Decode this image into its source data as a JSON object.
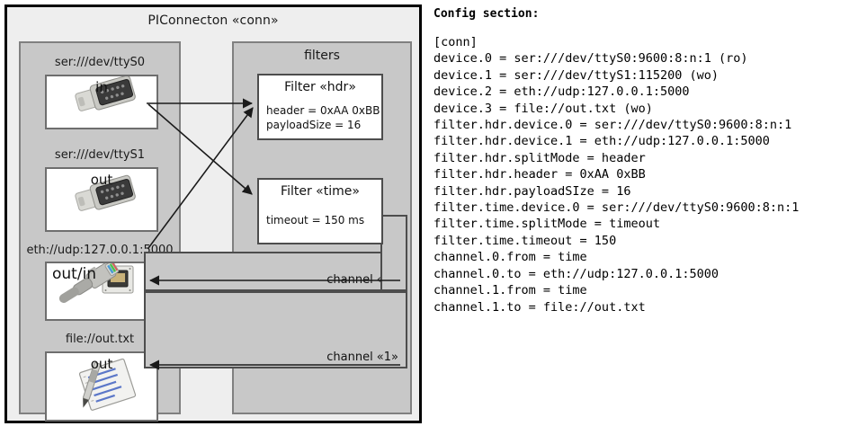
{
  "diagram": {
    "title": "PIConnecton «conn»",
    "devices_panel": {
      "title": "",
      "devices": [
        {
          "caption": "ser:///dev/ttyS0",
          "direction": "in",
          "icon": "serial-db9-icon"
        },
        {
          "caption": "ser:///dev/ttyS1",
          "direction": "out",
          "icon": "serial-db9-icon"
        },
        {
          "caption": "eth://udp:127.0.0.1:5000",
          "direction": "out/in",
          "icon": "ethernet-rj45-icon"
        },
        {
          "caption": "file://out.txt",
          "direction": "out",
          "icon": "text-file-pen-icon"
        }
      ]
    },
    "filters_panel": {
      "title": "filters",
      "filters": [
        {
          "title": "Filter «hdr»",
          "props": [
            "header = 0xAA 0xBB",
            "payloadSize = 16"
          ]
        },
        {
          "title": "Filter «time»",
          "props": [
            "timeout = 150 ms"
          ]
        }
      ],
      "channels": [
        {
          "label": "channel «0»"
        },
        {
          "label": "channel «1»"
        }
      ]
    },
    "colors": {
      "outer_fill": "#eeeeee",
      "panel_fill": "#c8c8c8",
      "box_fill": "#ffffff",
      "outline": "#000000",
      "arrow": "#1a1a1a"
    }
  },
  "config": {
    "heading": "Config section:",
    "lines": [
      "[conn]",
      "device.0 = ser:///dev/ttyS0:9600:8:n:1 (ro)",
      "device.1 = ser:///dev/ttyS1:115200 (wo)",
      "device.2 = eth://udp:127.0.0.1:5000",
      "device.3 = file://out.txt (wo)",
      "filter.hdr.device.0 = ser:///dev/ttyS0:9600:8:n:1",
      "filter.hdr.device.1 = eth://udp:127.0.0.1:5000",
      "filter.hdr.splitMode = header",
      "filter.hdr.header = 0xAA 0xBB",
      "filter.hdr.payloadSIze = 16",
      "filter.time.device.0 = ser:///dev/ttyS0:9600:8:n:1",
      "filter.time.splitMode = timeout",
      "filter.time.timeout = 150",
      "channel.0.from = time",
      "channel.0.to = eth://udp:127.0.0.1:5000",
      "channel.1.from = time",
      "channel.1.to = file://out.txt"
    ]
  }
}
